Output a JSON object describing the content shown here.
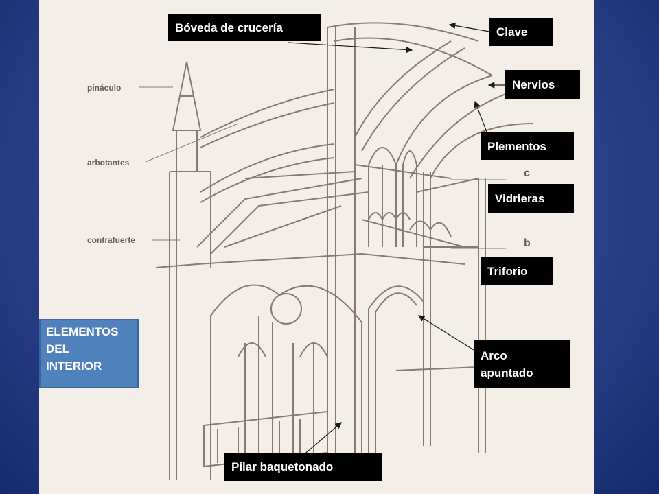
{
  "diagram_title": "ELEMENTOS\nDEL\nINTERIOR",
  "callouts": {
    "boveda": "Bóveda de crucería",
    "clave": "Clave",
    "nervios": "Nervios",
    "plementos": "Plementos",
    "vidrieras": "Vidrieras",
    "triforio": "Triforio",
    "arco": "Arco\napuntado",
    "pilar": "Pilar baquetonado"
  },
  "printed_labels": {
    "pinaculo": "pináculo",
    "arbotantes": "arbotantes",
    "contrafuerte": "contrafuerte",
    "letter_c": "c",
    "letter_b": "b"
  },
  "colors": {
    "background": "#2e428c",
    "sheet": "#f3efe8",
    "ink": "#7d6a66",
    "callout_bg": "#000000",
    "title_box": "#4f81bd"
  }
}
